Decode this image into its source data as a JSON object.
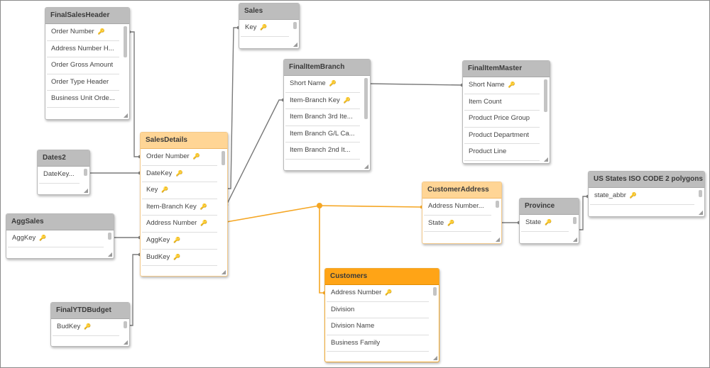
{
  "colors": {
    "link": "#7a7a7a",
    "selected_link": "#f5a623",
    "header": "#bdbdbd",
    "selected_header": "#ffd595",
    "active_header": "#ffa416"
  },
  "tables": {
    "final_sales_header": {
      "title": "FinalSalesHeader",
      "fields": [
        {
          "name": "Order Number",
          "key": true
        },
        {
          "name": "Address Number H...",
          "key": false
        },
        {
          "name": "Order Gross Amount",
          "key": false
        },
        {
          "name": "Order Type Header",
          "key": false
        },
        {
          "name": "Business Unit Orde...",
          "key": false
        }
      ]
    },
    "sales": {
      "title": "Sales",
      "fields": [
        {
          "name": "Key",
          "key": true
        }
      ]
    },
    "final_item_branch": {
      "title": "FinalItemBranch",
      "fields": [
        {
          "name": "Short Name",
          "key": true
        },
        {
          "name": "Item-Branch Key",
          "key": true
        },
        {
          "name": "Item Branch 3rd Ite...",
          "key": false
        },
        {
          "name": "Item Branch G/L Ca...",
          "key": false
        },
        {
          "name": "Item Branch 2nd It...",
          "key": false
        }
      ]
    },
    "final_item_master": {
      "title": "FinalItemMaster",
      "fields": [
        {
          "name": "Short Name",
          "key": true
        },
        {
          "name": "Item Count",
          "key": false
        },
        {
          "name": "Product Price Group",
          "key": false
        },
        {
          "name": "Product Department",
          "key": false
        },
        {
          "name": "Product Line",
          "key": false
        }
      ]
    },
    "dates2": {
      "title": "Dates2",
      "fields": [
        {
          "name": "DateKey...",
          "key": false
        }
      ]
    },
    "sales_details": {
      "title": "SalesDetails",
      "fields": [
        {
          "name": "Order Number",
          "key": true
        },
        {
          "name": "DateKey",
          "key": true
        },
        {
          "name": "Key",
          "key": true
        },
        {
          "name": "Item-Branch Key",
          "key": true
        },
        {
          "name": "Address Number",
          "key": true
        },
        {
          "name": "AggKey",
          "key": true
        },
        {
          "name": "BudKey",
          "key": true
        }
      ]
    },
    "agg_sales": {
      "title": "AggSales",
      "fields": [
        {
          "name": "AggKey",
          "key": true
        }
      ]
    },
    "final_ytd_budget": {
      "title": "FinalYTDBudget",
      "fields": [
        {
          "name": "BudKey",
          "key": true
        }
      ]
    },
    "customer_address": {
      "title": "CustomerAddress",
      "fields": [
        {
          "name": "Address Number...",
          "key": false
        },
        {
          "name": "State",
          "key": true
        }
      ]
    },
    "province": {
      "title": "Province",
      "fields": [
        {
          "name": "State",
          "key": true
        }
      ]
    },
    "us_states": {
      "title": "US States ISO CODE 2 polygons",
      "fields": [
        {
          "name": "state_abbr",
          "key": true
        }
      ]
    },
    "customers": {
      "title": "Customers",
      "fields": [
        {
          "name": "Address Number",
          "key": true
        },
        {
          "name": "Division",
          "key": false
        },
        {
          "name": "Division Name",
          "key": false
        },
        {
          "name": "Business Family",
          "key": false
        }
      ]
    }
  }
}
